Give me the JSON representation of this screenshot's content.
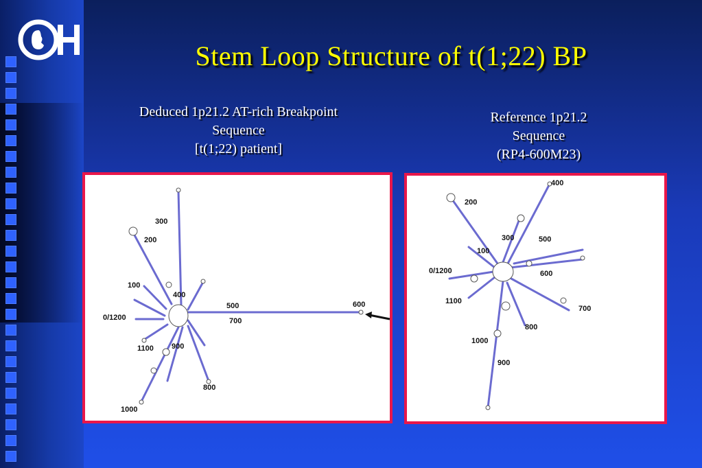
{
  "logo": {
    "text": "CH",
    "icon": "cch-logo-icon"
  },
  "slide": {
    "title": "Stem Loop Structure of t(1;22) BP"
  },
  "left": {
    "caption_lines": [
      "Deduced 1p21.2 AT-rich Breakpoint",
      "Sequence",
      "[t(1;22) patient]"
    ],
    "labels": [
      "300",
      "200",
      "100",
      "400",
      "0/1200",
      "500",
      "700",
      "600",
      "1100",
      "900",
      "800",
      "1000"
    ]
  },
  "right": {
    "caption_lines": [
      "Reference 1p21.2",
      "Sequence",
      "(RP4-600M23)"
    ],
    "labels": [
      "400",
      "200",
      "300",
      "500",
      "100",
      "0/1200",
      "600",
      "1100",
      "700",
      "800",
      "1000",
      "900"
    ]
  },
  "colors": {
    "title": "#ffff00",
    "panel_border": "#e8174a",
    "stem": "#6b6bd0"
  }
}
